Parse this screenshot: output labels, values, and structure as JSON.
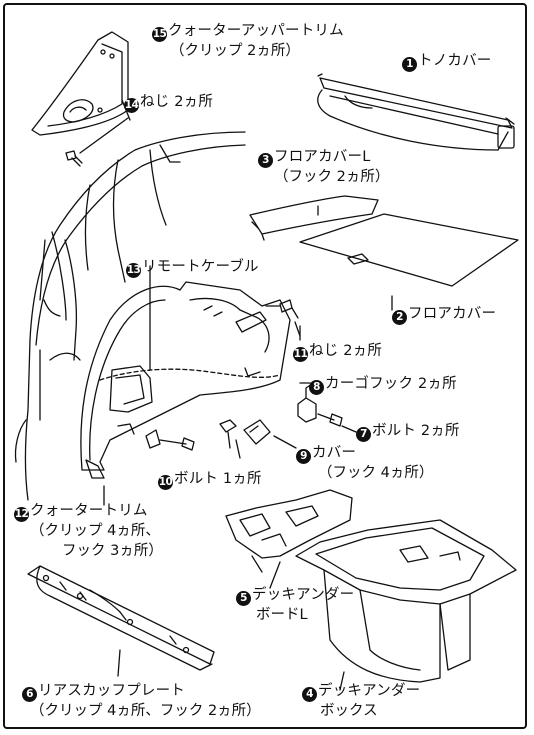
{
  "labels": [
    {
      "id": "tonneau-cover",
      "num": "1",
      "text": "トノカバー"
    },
    {
      "id": "floor-cover",
      "num": "2",
      "text": "フロアカバー"
    },
    {
      "id": "floor-cover-l",
      "num": "3",
      "text": "フロアカバーL",
      "note": "（フック 2ヵ所）"
    },
    {
      "id": "deck-under-box",
      "num": "4",
      "text": "デッキアンダー",
      "text2": "ボックス"
    },
    {
      "id": "deck-under-board-l",
      "num": "5",
      "text": "デッキアンダー",
      "text2": "ボードL"
    },
    {
      "id": "rear-scuff-plate",
      "num": "6",
      "text": "リアスカッフプレート",
      "note": "（クリップ 4ヵ所、フック 2ヵ所）"
    },
    {
      "id": "bolt-2",
      "num": "7",
      "text": "ボルト 2ヵ所"
    },
    {
      "id": "cargo-hook",
      "num": "8",
      "text": "カーゴフック 2ヵ所"
    },
    {
      "id": "cover",
      "num": "9",
      "text": "カバー",
      "note": "（フック 4ヵ所）"
    },
    {
      "id": "bolt-1",
      "num": "10",
      "text": "ボルト 1ヵ所"
    },
    {
      "id": "screw-11",
      "num": "11",
      "text": "ねじ 2ヵ所"
    },
    {
      "id": "quarter-trim",
      "num": "12",
      "text": "クォータートリム",
      "note": "（クリップ 4ヵ所、",
      "note2": "フック 3ヵ所）"
    },
    {
      "id": "remote-cable",
      "num": "13",
      "text": "リモートケーブル"
    },
    {
      "id": "screw-14",
      "num": "14",
      "text": "ねじ 2ヵ所"
    },
    {
      "id": "quarter-upper-trim",
      "num": "15",
      "text": "クォーターアッパートリム",
      "note": "（クリップ 2ヵ所）"
    }
  ]
}
